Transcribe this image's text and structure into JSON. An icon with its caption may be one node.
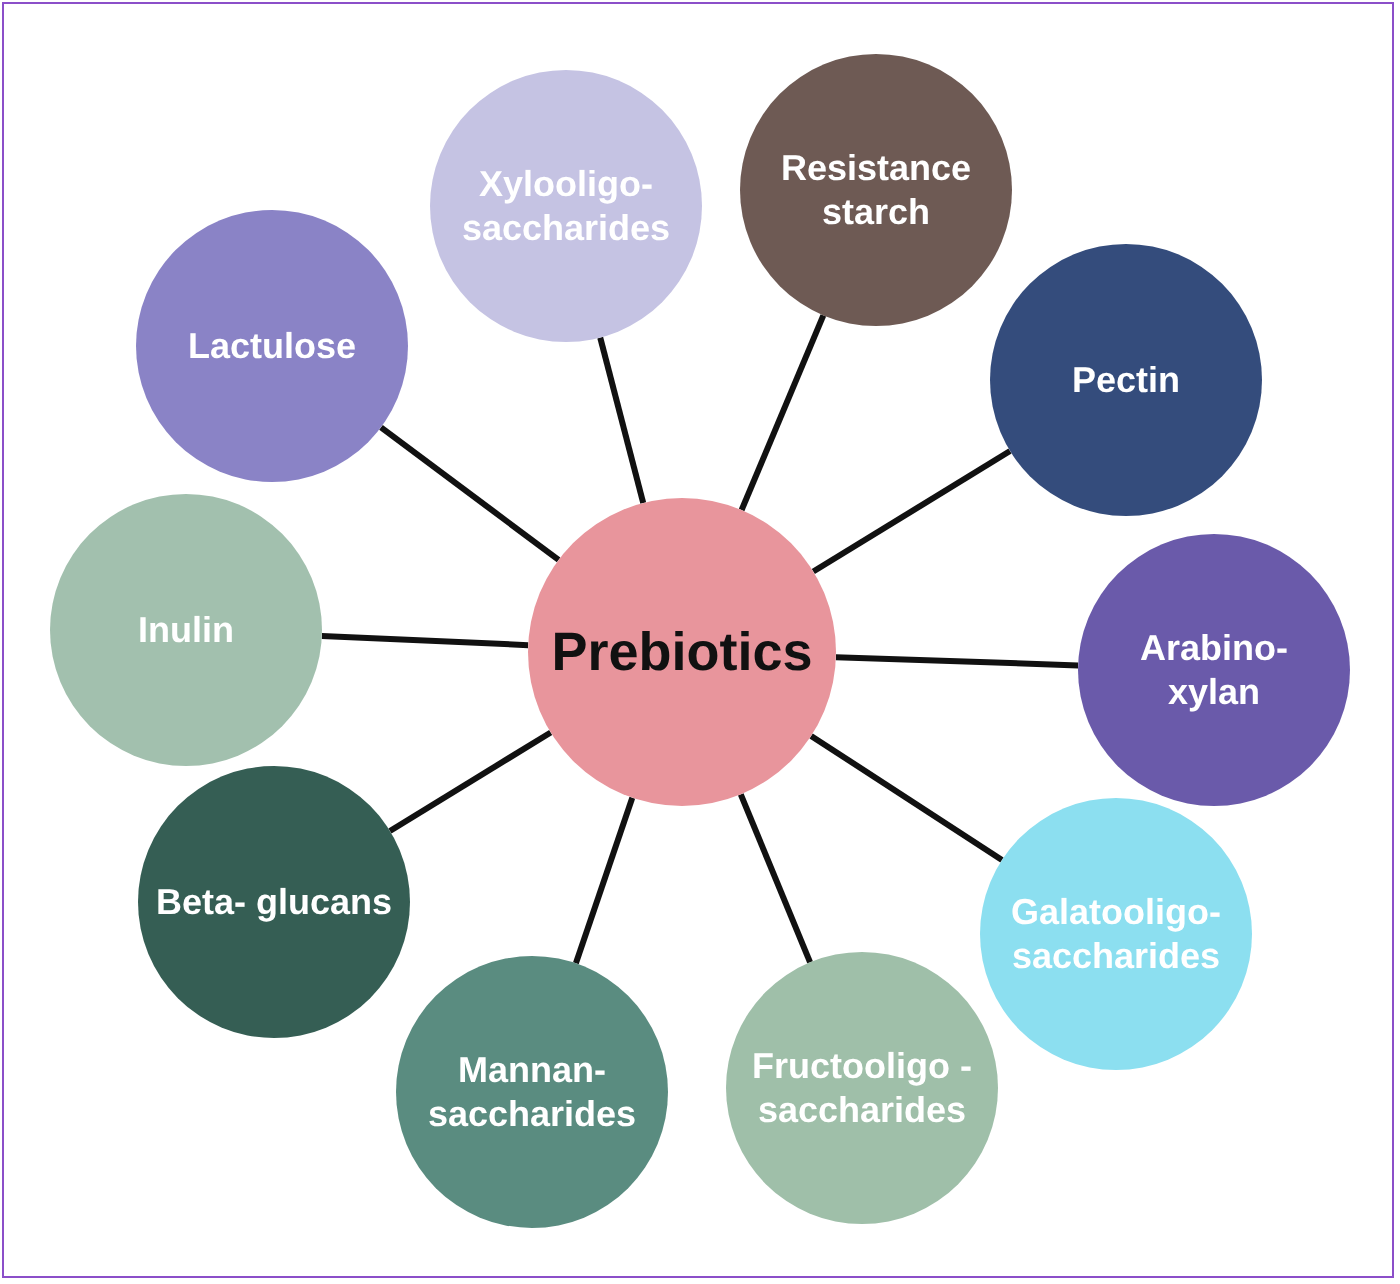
{
  "diagram": {
    "nodes": [
      {
        "text": [
          "Prebiotics"
        ]
      },
      {
        "text": [
          "Xylooligo- saccharides"
        ]
      },
      {
        "text": [
          "Resistance starch"
        ]
      },
      {
        "text": [
          "Pectin"
        ]
      },
      {
        "text": [
          "Arabino- xylan"
        ]
      },
      {
        "text": [
          "Galatooligo- saccharides"
        ]
      },
      {
        "text": [
          "Fructooligo -saccharides"
        ]
      },
      {
        "text": [
          "Mannan- saccharides"
        ]
      },
      {
        "text": [
          "Beta- glucans"
        ]
      },
      {
        "text": [
          "Inulin"
        ]
      },
      {
        "text": [
          "Lactulose"
        ]
      }
    ],
    "edges": [
      {
        "from": 0,
        "to": 1,
        "arrow": "none"
      },
      {
        "from": 0,
        "to": 2,
        "arrow": "none"
      },
      {
        "from": 0,
        "to": 3,
        "arrow": "none"
      },
      {
        "from": 0,
        "to": 4,
        "arrow": "none"
      },
      {
        "from": 0,
        "to": 5,
        "arrow": "none"
      },
      {
        "from": 0,
        "to": 6,
        "arrow": "none"
      },
      {
        "from": 0,
        "to": 7,
        "arrow": "none"
      },
      {
        "from": 0,
        "to": 8,
        "arrow": "none"
      },
      {
        "from": 0,
        "to": 9,
        "arrow": "none"
      },
      {
        "from": 0,
        "to": 10,
        "arrow": "none"
      }
    ]
  }
}
